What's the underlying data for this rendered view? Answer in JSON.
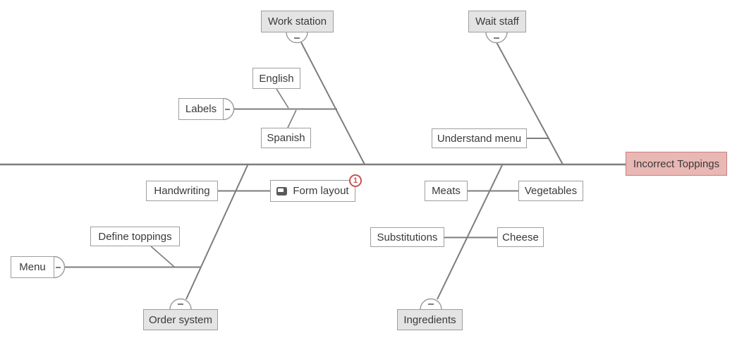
{
  "diagram_type": "fishbone-cause-and-effect",
  "effect": {
    "label": "Incorrect Toppings"
  },
  "categories": {
    "work_station": {
      "label": "Work station",
      "collapsible": true
    },
    "wait_staff": {
      "label": "Wait staff",
      "collapsible": true
    },
    "order_system": {
      "label": "Order system",
      "collapsible": true
    },
    "ingredients": {
      "label": "Ingredients",
      "collapsible": true
    }
  },
  "causes": {
    "labels": {
      "label": "Labels",
      "collapsible": true
    },
    "english": {
      "label": "English"
    },
    "spanish": {
      "label": "Spanish"
    },
    "understand_menu": {
      "label": "Understand menu"
    },
    "handwriting": {
      "label": "Handwriting"
    },
    "form_layout": {
      "label": "Form layout",
      "badge": "1"
    },
    "define_toppings": {
      "label": "Define toppings"
    },
    "menu": {
      "label": "Menu",
      "collapsible": true
    },
    "meats": {
      "label": "Meats"
    },
    "vegetables": {
      "label": "Vegetables"
    },
    "substitutions": {
      "label": "Substitutions"
    },
    "cheese": {
      "label": "Cheese"
    }
  },
  "icons": {
    "collapse_toggle": "minus-icon",
    "form_layout_indicator": "comment-note-icon",
    "form_layout_badge": "comment-count-badge"
  },
  "colors": {
    "bone": "#7d7d7d",
    "node_border": "#9e9e9e",
    "node_fill": "#ffffff",
    "category_fill": "#e4e4e4",
    "effect_fill": "#e9b7b4",
    "effect_border": "#c5817e",
    "badge_red": "#c75450",
    "text": "#3a3a3a"
  }
}
